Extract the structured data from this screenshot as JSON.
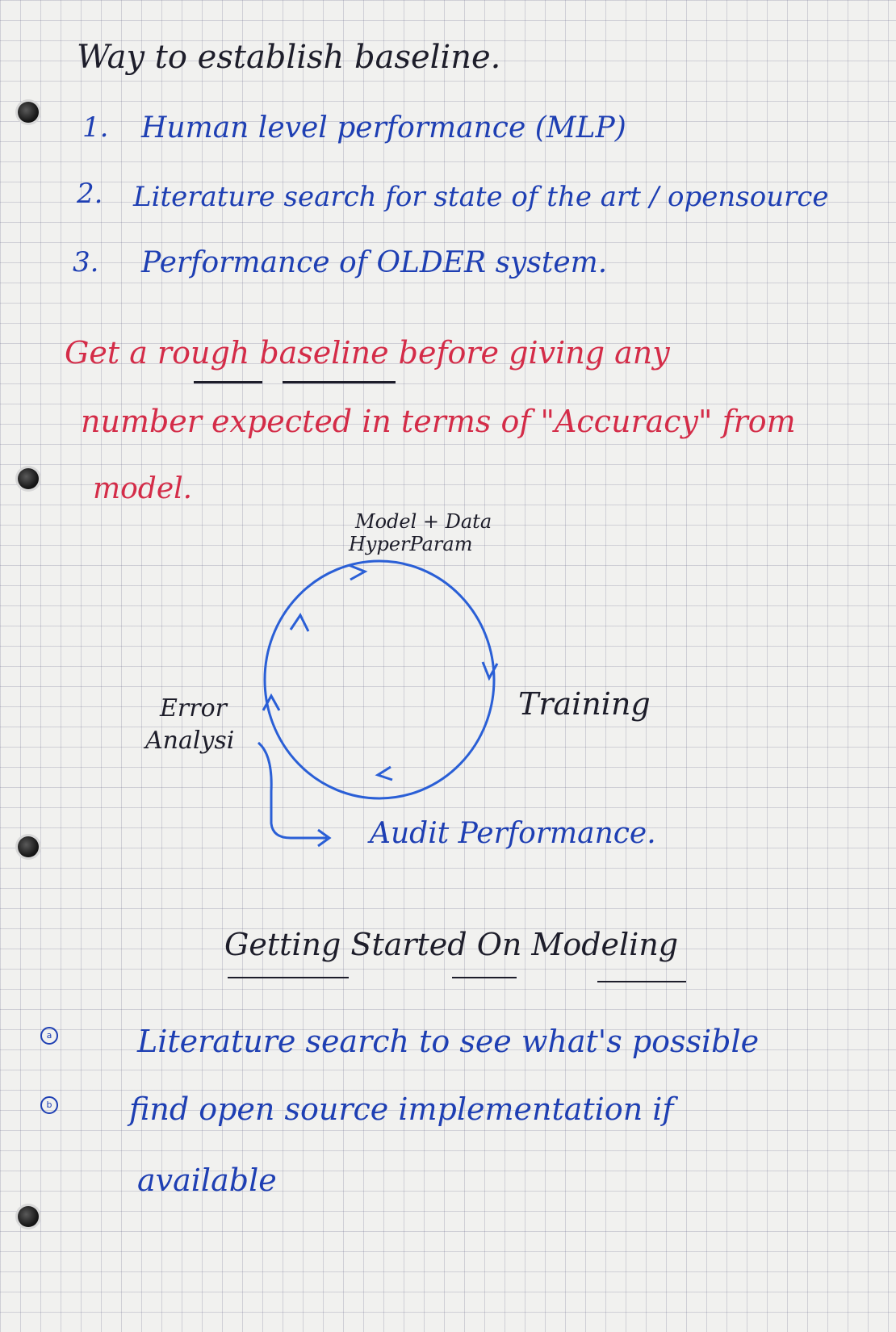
{
  "heading": "Way to establish baseline.",
  "baseline_items": [
    {
      "num": "1.",
      "text": "Human level performance (MLP)"
    },
    {
      "num": "2.",
      "text": "Literature search for state of the art / opensource"
    },
    {
      "num": "3.",
      "text": "Performance of OLDER system."
    }
  ],
  "note_lines": [
    "Get a rough baseline before giving any",
    "number expected in terms of \"Accuracy\" from",
    "model."
  ],
  "cycle": {
    "top_line1": "Model + Data",
    "top_line2": "HyperParam",
    "right": "Training",
    "left_line1": "Error",
    "left_line2": "Analysi",
    "bottom": "Audit Performance."
  },
  "section_title": "Getting Started On Modeling",
  "modeling_items": [
    {
      "text": "Literature search to see what's possible"
    },
    {
      "text_line1": "find open source implementation if",
      "text_line2": "available"
    }
  ],
  "colors": {
    "blue_ink": "#1e3fb3",
    "red_ink": "#d42c48",
    "black_ink": "#1d1d2a"
  }
}
